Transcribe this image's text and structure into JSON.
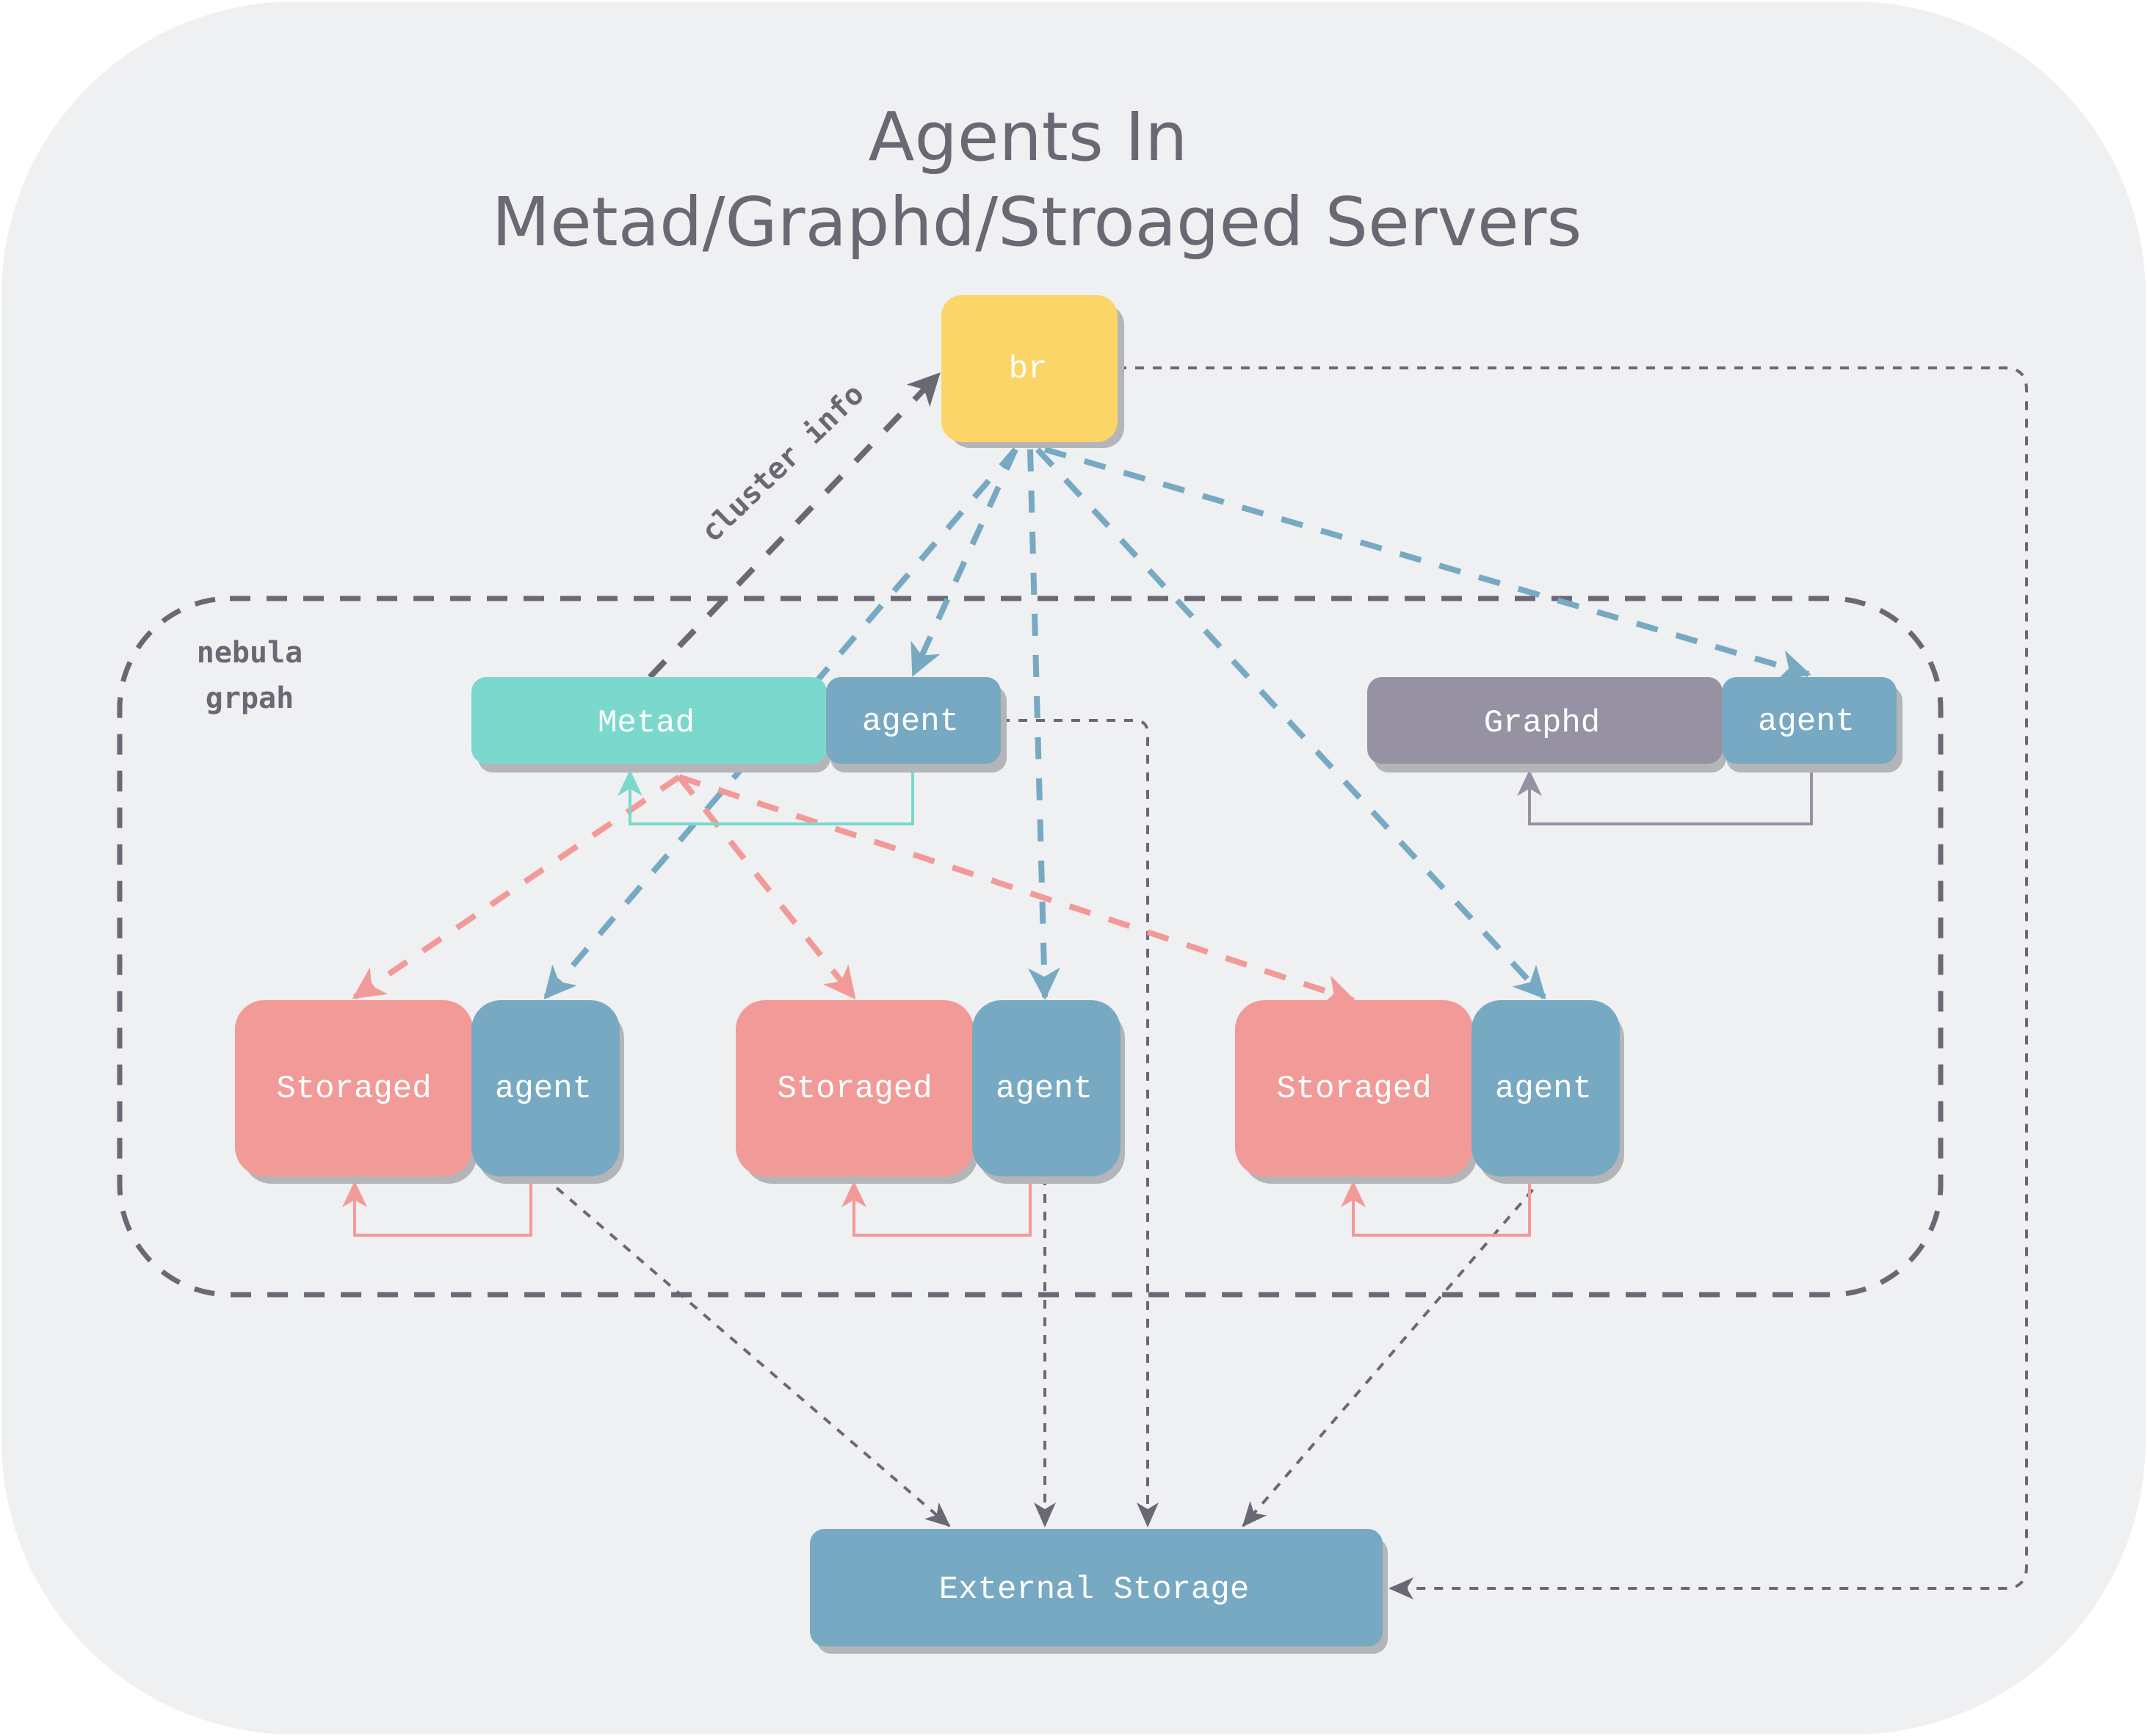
{
  "title": {
    "line1": "Agents In",
    "line2": "Metad/Graphd/Stroaged Servers"
  },
  "colors": {
    "background": "#eff0f2",
    "br": "#fbd567",
    "metad": "#7bd8cd",
    "agent": "#77a9c3",
    "graphd": "#9692a3",
    "storaged": "#f29a98",
    "external": "#77a9c3",
    "shadow": "#b4b5b8",
    "dark_line": "#6b6874"
  },
  "group": {
    "label_line1": "nebula",
    "label_line2": "grpah"
  },
  "nodes": {
    "br": "br",
    "metad": "Metad",
    "metad_agent": "agent",
    "graphd": "Graphd",
    "graphd_agent": "agent",
    "storaged_1": "Storaged",
    "storaged_1_agent": "agent",
    "storaged_2": "Storaged",
    "storaged_2_agent": "agent",
    "storaged_3": "Storaged",
    "storaged_3_agent": "agent",
    "external_storage": "External Storage"
  },
  "edges": {
    "cluster_info_label": "cluster info",
    "list": [
      {
        "from": "metad",
        "to": "br",
        "label": "cluster info",
        "style": "dashed-dark"
      },
      {
        "from": "br",
        "to": "metad_agent",
        "style": "dashed-blue"
      },
      {
        "from": "br",
        "to": "graphd_agent",
        "style": "dashed-blue"
      },
      {
        "from": "br",
        "to": "storaged_1_agent",
        "style": "dashed-blue"
      },
      {
        "from": "br",
        "to": "storaged_2_agent",
        "style": "dashed-blue"
      },
      {
        "from": "br",
        "to": "storaged_3_agent",
        "style": "dashed-blue"
      },
      {
        "from": "metad",
        "to": "storaged_1",
        "style": "dashed-red"
      },
      {
        "from": "metad",
        "to": "storaged_2",
        "style": "dashed-red"
      },
      {
        "from": "metad",
        "to": "storaged_3",
        "style": "dashed-red"
      },
      {
        "from": "metad_agent",
        "to": "metad",
        "style": "solid-teal"
      },
      {
        "from": "graphd_agent",
        "to": "graphd",
        "style": "solid-gray"
      },
      {
        "from": "storaged_1_agent",
        "to": "storaged_1",
        "style": "solid-red"
      },
      {
        "from": "storaged_2_agent",
        "to": "storaged_2",
        "style": "solid-red"
      },
      {
        "from": "storaged_3_agent",
        "to": "storaged_3",
        "style": "solid-red"
      },
      {
        "from": "storaged_1_agent",
        "to": "external_storage",
        "style": "dotted-dark"
      },
      {
        "from": "storaged_2_agent",
        "to": "external_storage",
        "style": "dotted-dark"
      },
      {
        "from": "storaged_3_agent",
        "to": "external_storage",
        "style": "dotted-dark"
      },
      {
        "from": "metad_agent",
        "to": "external_storage",
        "style": "dotted-dark"
      },
      {
        "from": "br",
        "to": "external_storage",
        "style": "dotted-dark"
      }
    ]
  }
}
